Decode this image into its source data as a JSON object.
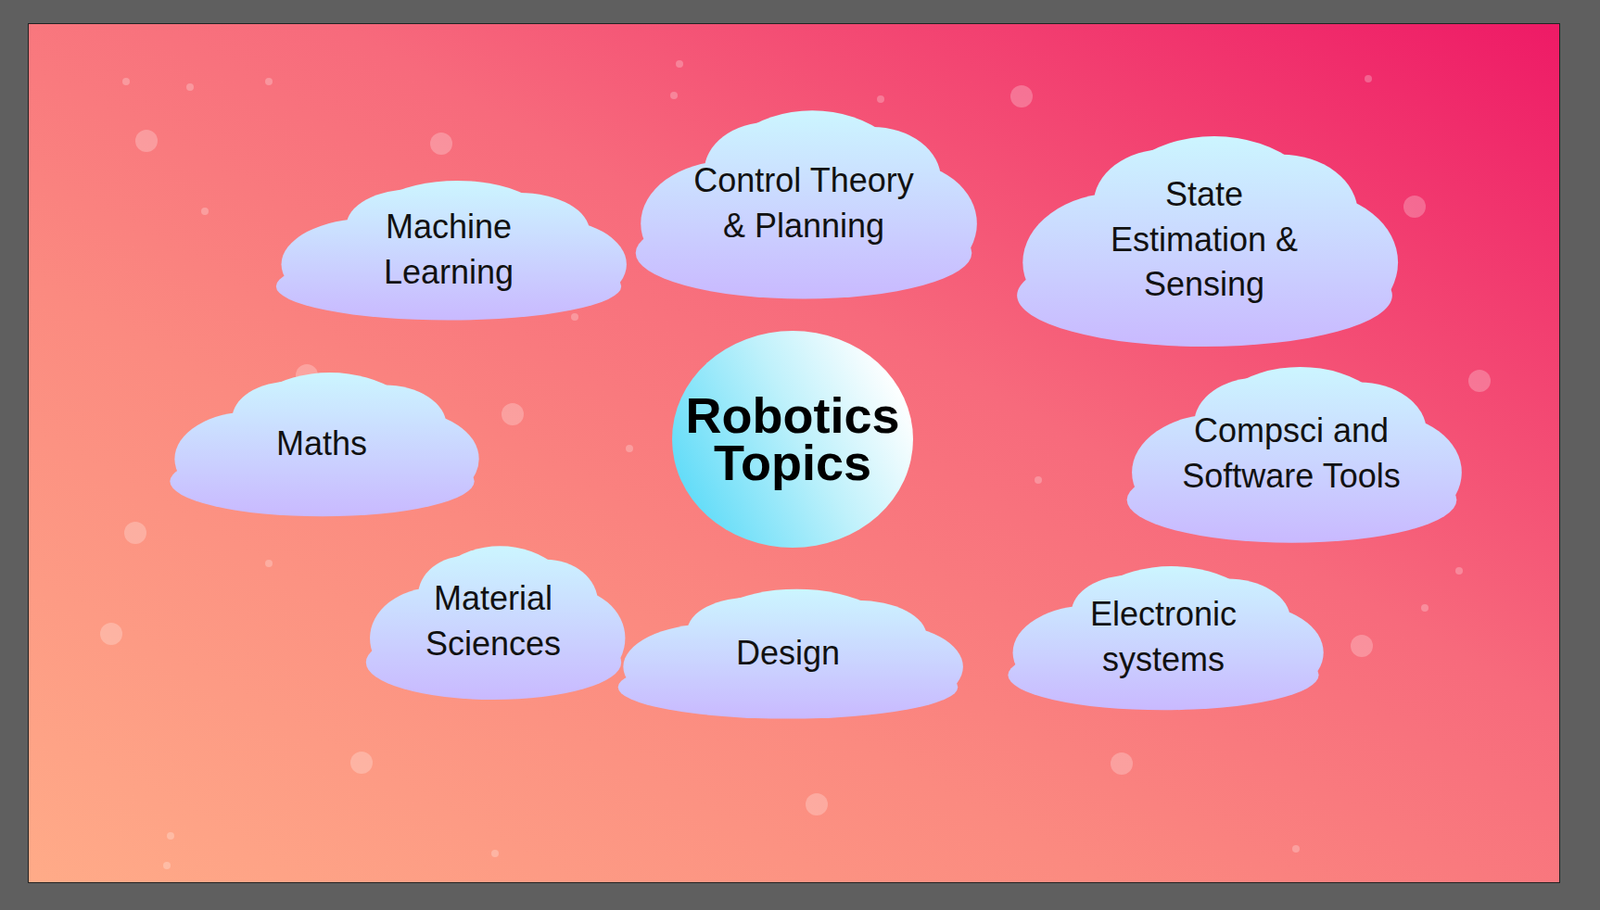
{
  "diagram": {
    "nodes": [
      {
        "text": [
          "Machine Learning"
        ]
      },
      {
        "text": [
          "Control Theory & Planning"
        ]
      },
      {
        "text": [
          "State Estimation & Sensing"
        ]
      },
      {
        "text": [
          "Maths"
        ]
      },
      {
        "text": [
          "Robotics Topics"
        ]
      },
      {
        "text": [
          "Compsci and Software Tools"
        ]
      },
      {
        "text": [
          "Material Sciences"
        ]
      },
      {
        "text": [
          "Design"
        ]
      },
      {
        "text": [
          "Electronic systems"
        ]
      }
    ]
  }
}
